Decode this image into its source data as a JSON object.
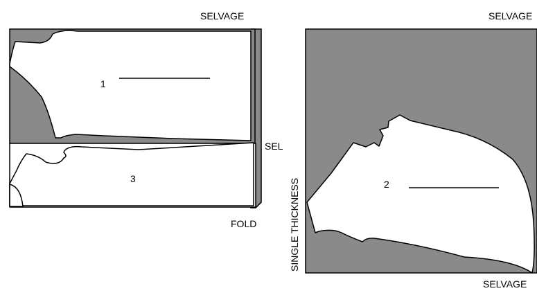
{
  "labels": {
    "selvage_left_top": "SELVAGE",
    "selvage_right_top": "SELVAGE",
    "selvage_right_bottom": "SELVAGE",
    "sel_short": "SEL",
    "fold": "FOLD",
    "single_thickness": "SINGLE THICKNESS"
  },
  "pieces": {
    "piece_1": "1",
    "piece_2": "2",
    "piece_3": "3"
  },
  "colors": {
    "fabric": "#8a8a8a",
    "piece": "#ffffff",
    "outline": "#000000"
  }
}
